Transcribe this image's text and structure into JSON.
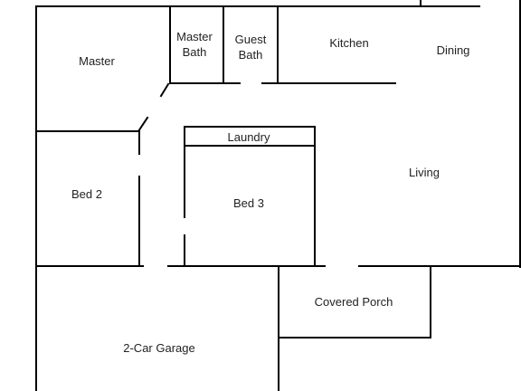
{
  "floorplan": {
    "rooms": {
      "master": "Master",
      "master_bath": [
        "Master",
        "Bath"
      ],
      "guest_bath": [
        "Guest",
        "Bath"
      ],
      "kitchen": "Kitchen",
      "dining": "Dining",
      "laundry": "Laundry",
      "bed2": "Bed 2",
      "bed3": "Bed 3",
      "living": "Living",
      "covered_porch": "Covered Porch",
      "garage": "2-Car Garage"
    },
    "colors": {
      "wall": "#000000",
      "text": "#222222",
      "background": "#ffffff"
    }
  }
}
